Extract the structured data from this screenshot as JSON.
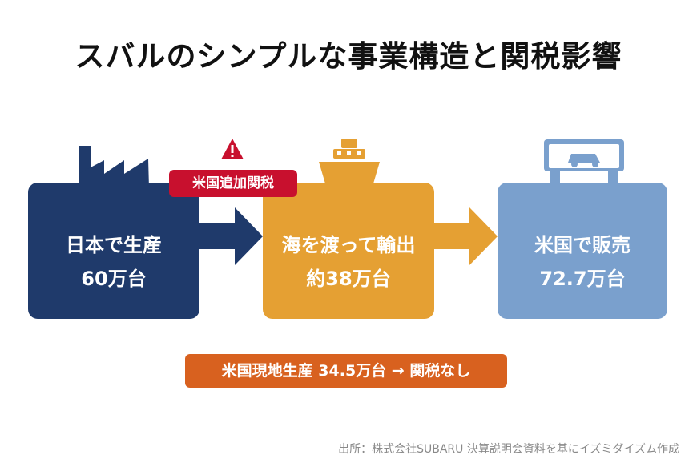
{
  "title": "スバルのシンプルな事業構造と関税影響",
  "tariff_label": "米国追加関税",
  "boxes": [
    {
      "line1": "日本で生産",
      "line2": "60万台"
    },
    {
      "line1": "海を渡って輸出",
      "line2": "約38万台"
    },
    {
      "line1": "米国で販売",
      "line2": "72.7万台"
    }
  ],
  "local_production": "米国現地生産 34.5万台 → 関税なし",
  "source": "出所：株式会社SUBARU 決算説明会資料を基にイズミダイズム作成",
  "colors": {
    "japan_box": "#1f3a6b",
    "export_box": "#e5a033",
    "us_box": "#7aa0cd",
    "tariff_tag": "#c8102e",
    "local_bar": "#d8611f"
  },
  "icons": [
    "factory-icon",
    "warning-icon",
    "ship-icon",
    "car-dealership-icon",
    "arrow-right-icon"
  ]
}
